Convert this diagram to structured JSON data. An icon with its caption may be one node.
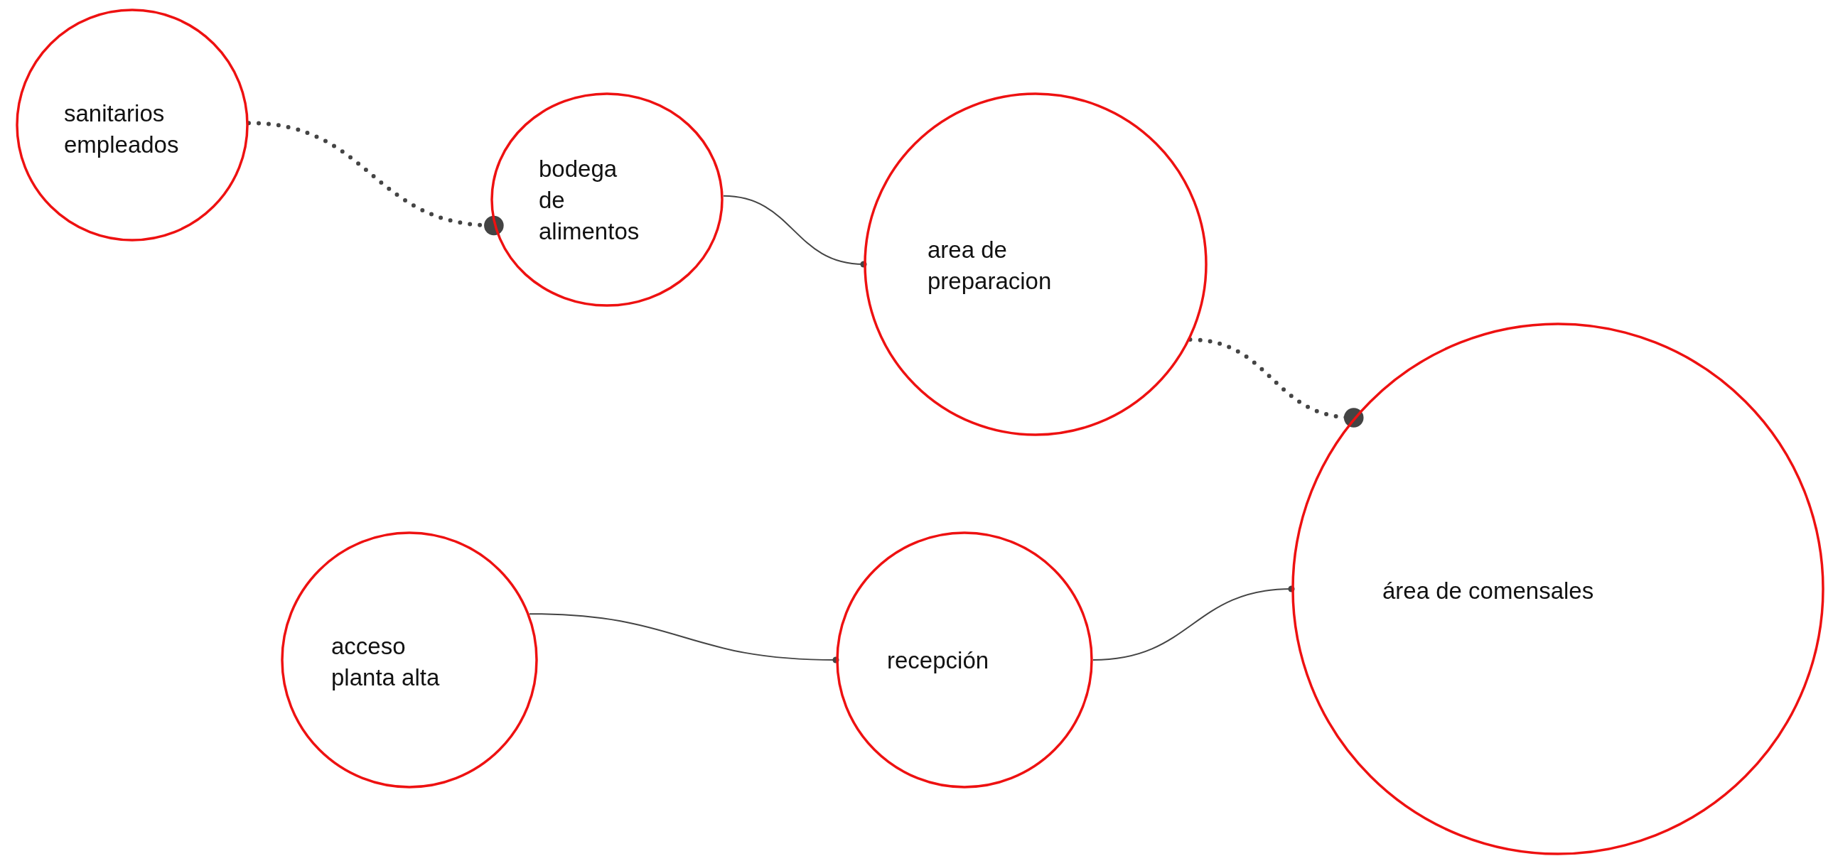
{
  "diagram": {
    "nodes": [
      {
        "text": [
          "sanitarios empleados"
        ]
      },
      {
        "text": [
          "bodega de alimentos"
        ]
      },
      {
        "text": [
          "area de preparacion"
        ]
      },
      {
        "text": [
          "área de comensales"
        ]
      },
      {
        "text": [
          "acceso planta alta"
        ]
      },
      {
        "text": [
          "recepción"
        ]
      }
    ],
    "edges": [
      {
        "from": 0,
        "to": 1,
        "arrow": "other",
        "style": "dashed"
      },
      {
        "from": 1,
        "to": 2,
        "arrow": "other"
      },
      {
        "from": 2,
        "to": 3,
        "arrow": "other",
        "style": "dashed"
      },
      {
        "from": 4,
        "to": 5,
        "arrow": "other"
      },
      {
        "from": 5,
        "to": 3,
        "arrow": "other"
      }
    ]
  }
}
